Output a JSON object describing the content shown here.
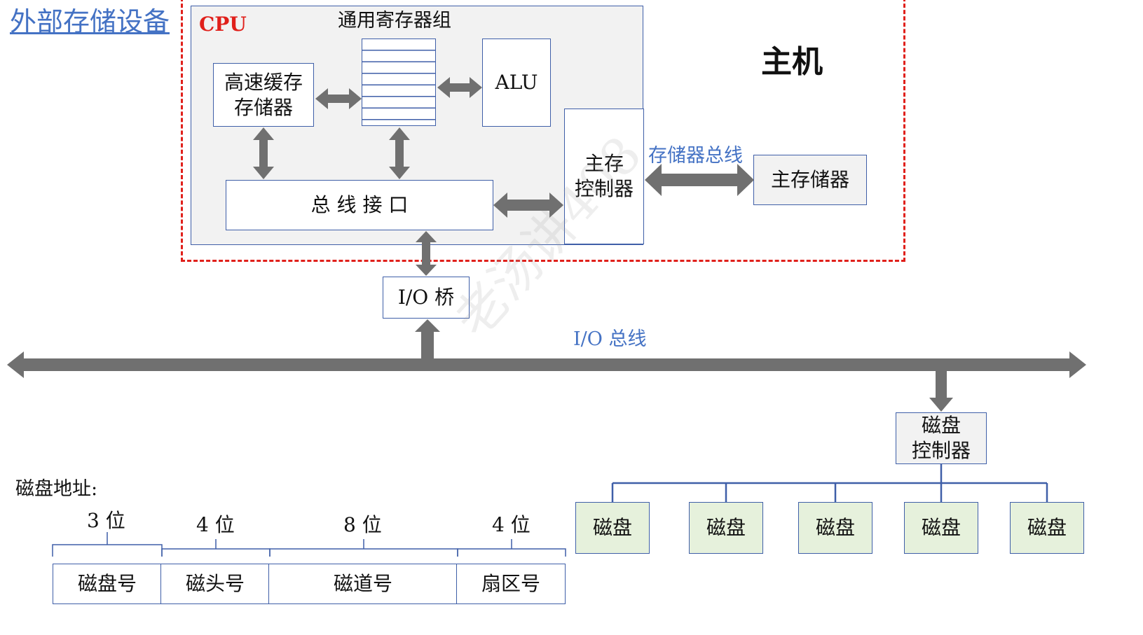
{
  "title": "外部存储设备",
  "host": {
    "label": "主机",
    "cpu_label": "CPU",
    "register_group": "通用寄存器组",
    "alu": "ALU",
    "cache": "高速缓存\n存储器",
    "bus_interface": "总 线 接 口",
    "mem_controller": "主存\n控制器",
    "memory_bus": "存储器总线",
    "main_memory": "主存储器"
  },
  "io_bridge": "I/O 桥",
  "io_bus": "I/O 总线",
  "disk_controller": "磁盘\n控制器",
  "disks": [
    "磁盘",
    "磁盘",
    "磁盘",
    "磁盘",
    "磁盘"
  ],
  "disk_address": {
    "label": "磁盘地址:",
    "fields": [
      {
        "bits": "3 位",
        "name": "磁盘号"
      },
      {
        "bits": "4 位",
        "name": "磁头号"
      },
      {
        "bits": "8 位",
        "name": "磁道号"
      },
      {
        "bits": "4 位",
        "name": "扇区号"
      }
    ]
  },
  "watermark": "老汤讲408",
  "colors": {
    "accent": "#4472c4",
    "red": "#e0201b",
    "arrow": "#707070",
    "disk_fill": "#e6f1dc",
    "cpu_fill": "#f2f2f2"
  }
}
